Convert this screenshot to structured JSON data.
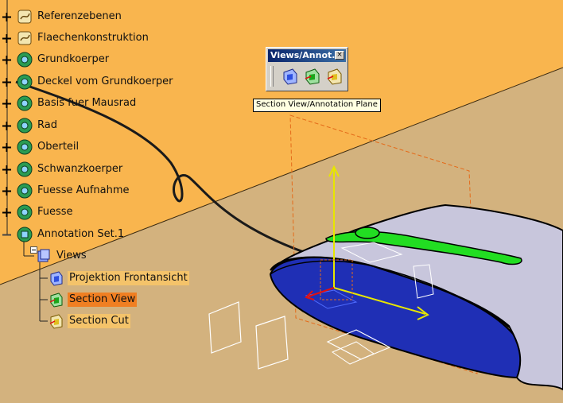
{
  "tree": {
    "items": [
      {
        "label": "Referenzebenen",
        "icon": "geometrical-set-icon"
      },
      {
        "label": "Flaechenkonstruktion",
        "icon": "geometrical-set-icon"
      },
      {
        "label": "Grundkoerper",
        "icon": "body-gear-icon"
      },
      {
        "label": "Deckel vom Grundkoerper",
        "icon": "body-gear-icon"
      },
      {
        "label": "Basis fuer Mausrad",
        "icon": "body-gear-icon"
      },
      {
        "label": "Rad",
        "icon": "body-gear-icon"
      },
      {
        "label": "Oberteil",
        "icon": "body-gear-icon"
      },
      {
        "label": "Schwanzkoerper",
        "icon": "body-gear-icon"
      },
      {
        "label": "Fuesse Aufnahme",
        "icon": "body-gear-icon"
      },
      {
        "label": "Fuesse",
        "icon": "body-gear-icon"
      },
      {
        "label": "Annotation Set.1",
        "icon": "annotation-set-icon"
      },
      {
        "label": "Views",
        "icon": "views-icon"
      },
      {
        "label": "Projektion Frontansicht",
        "icon": "front-view-icon"
      },
      {
        "label": "Section View",
        "icon": "section-view-icon"
      },
      {
        "label": "Section Cut",
        "icon": "section-cut-icon"
      }
    ]
  },
  "toolbar": {
    "title": "Views/Annot...",
    "close": "×",
    "buttons": [
      {
        "name": "front-view-button",
        "icon": "front-view-icon"
      },
      {
        "name": "section-view-button",
        "icon": "section-view-icon"
      },
      {
        "name": "section-cut-button",
        "icon": "section-cut-icon"
      }
    ]
  },
  "tooltip": {
    "text": "Section View/Annotation Plane"
  },
  "colors": {
    "background_upper": "#f9b54e",
    "floor": "#d3b27e",
    "part_body": "#1f2fb5",
    "part_shell": "#c8c6dc",
    "wheel": "#22dd22",
    "highlight_selected": "#f07f22",
    "highlight_soft": "#f4c36a",
    "axis_yellow": "#e7e600"
  }
}
